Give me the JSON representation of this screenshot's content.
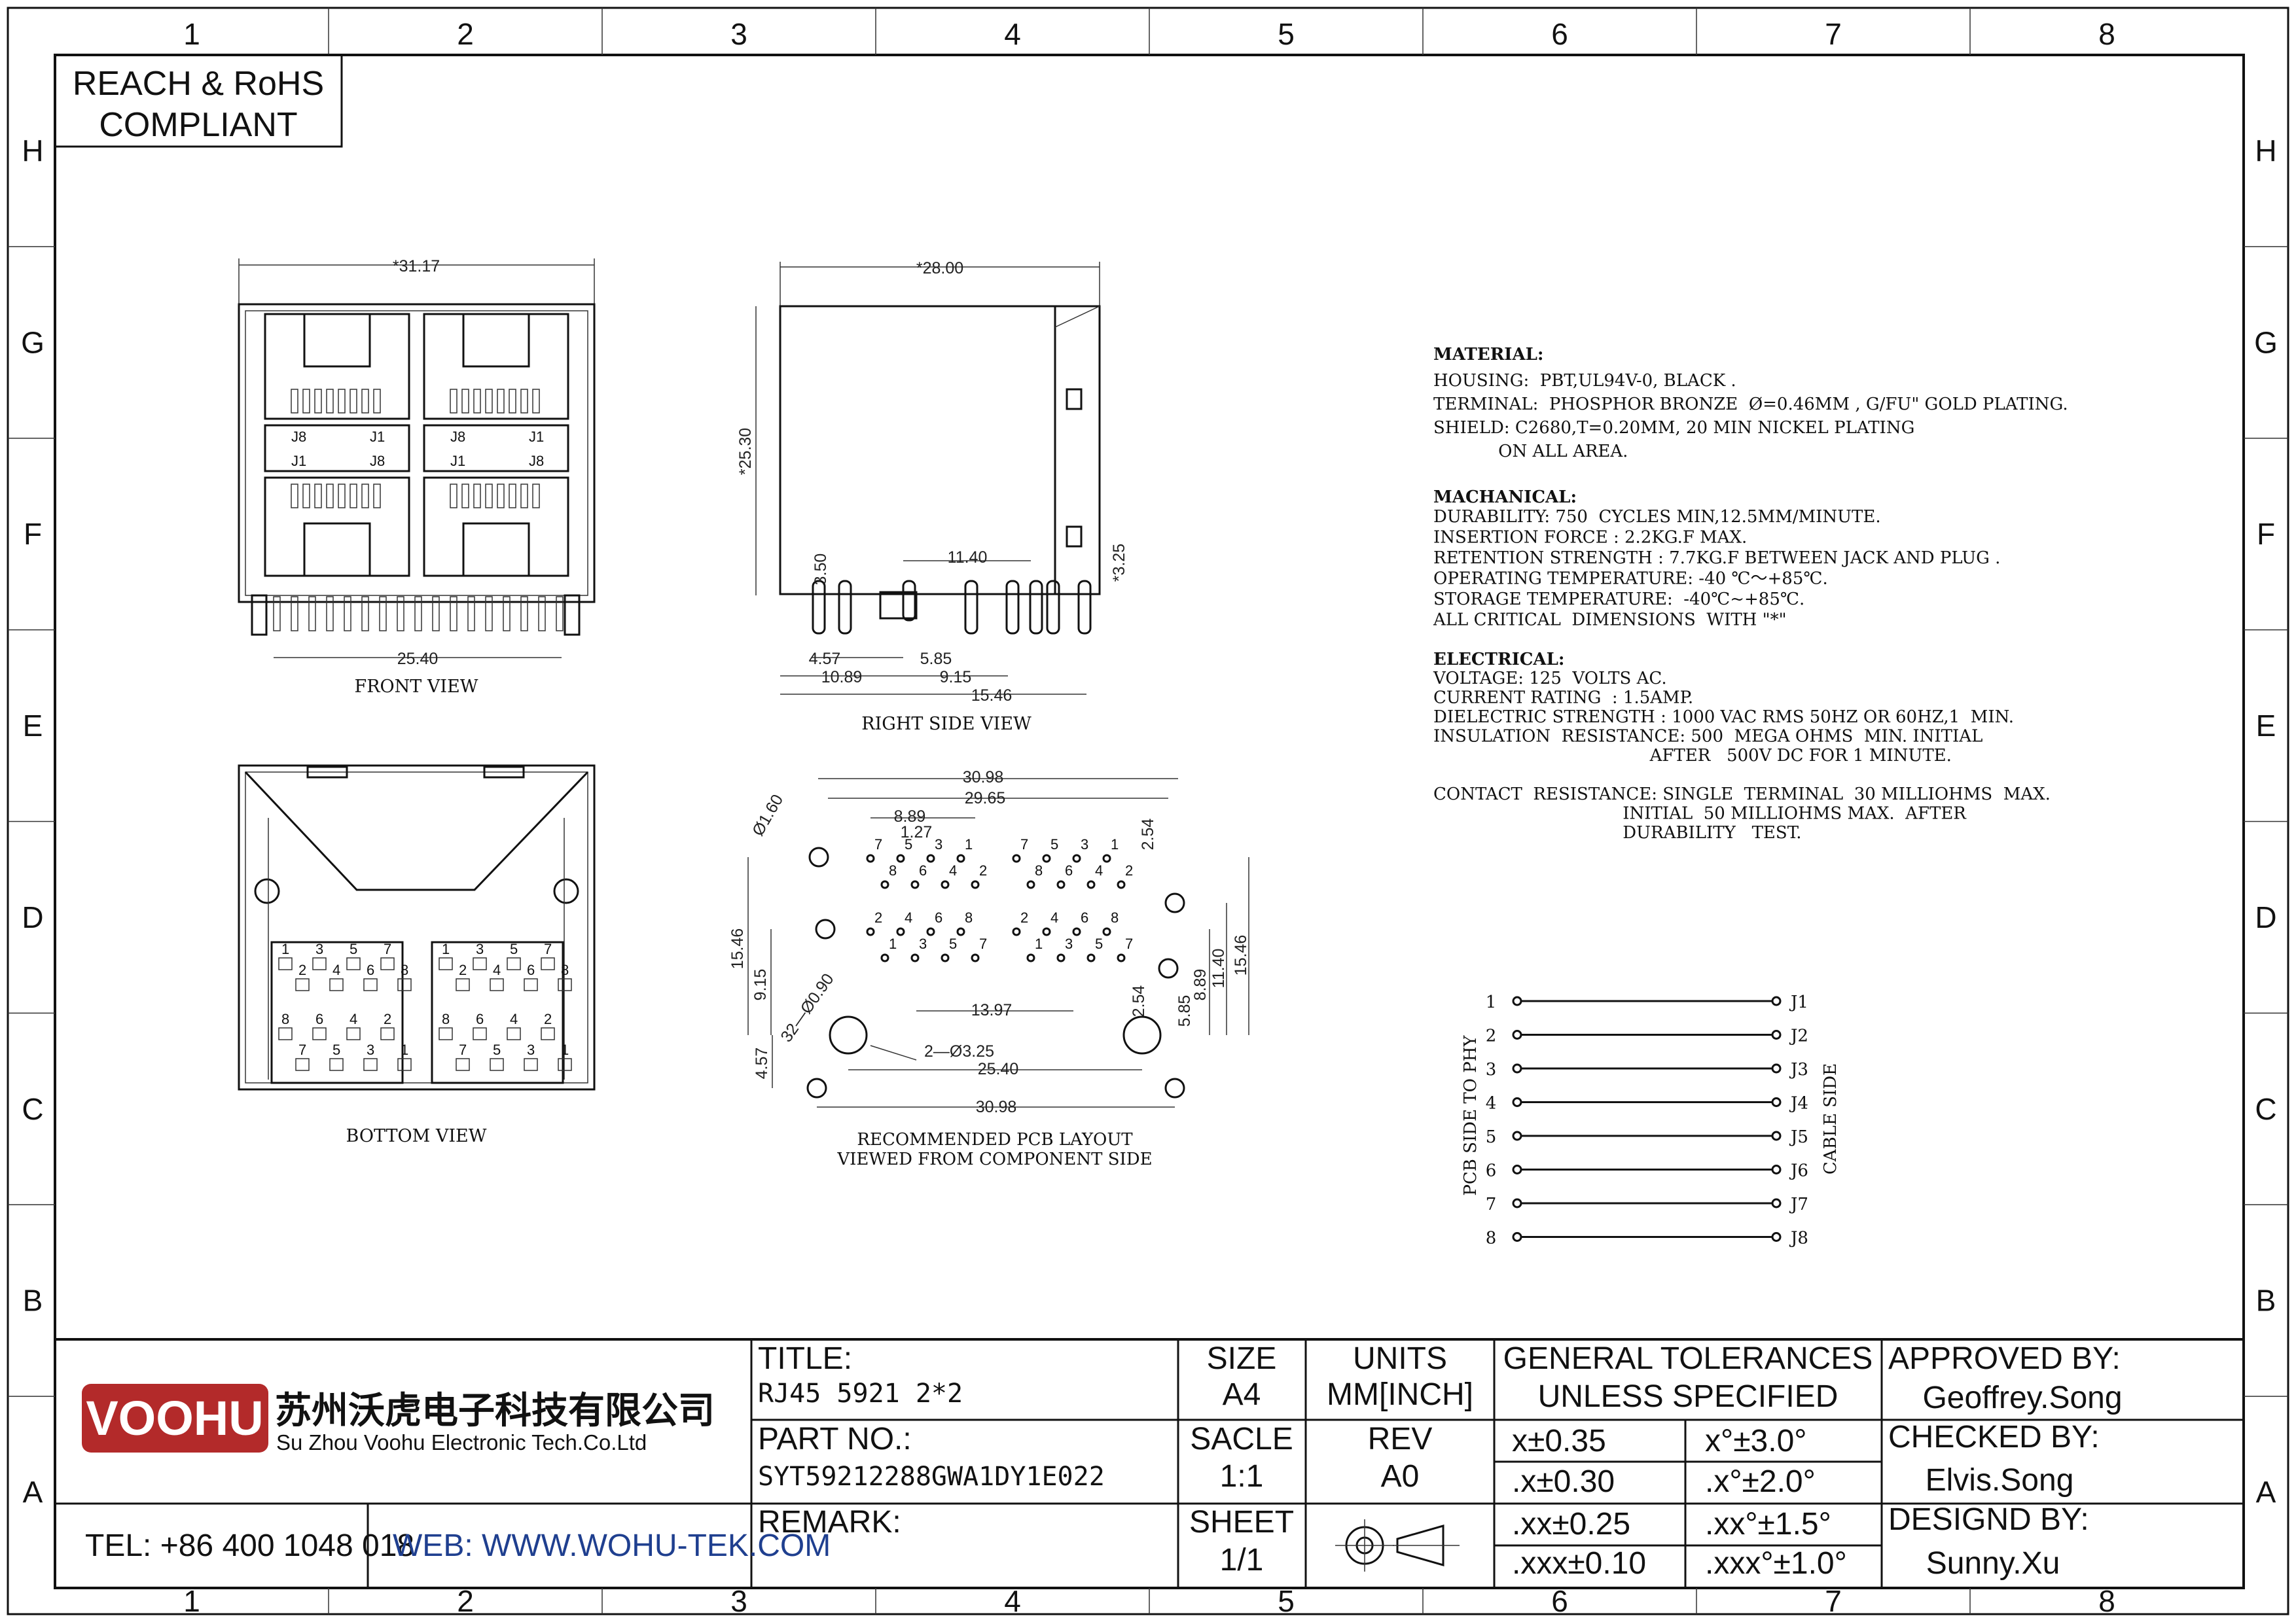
{
  "grid": {
    "columns": [
      "1",
      "2",
      "3",
      "4",
      "5",
      "6",
      "7",
      "8"
    ],
    "rows": [
      "H",
      "G",
      "F",
      "E",
      "D",
      "C",
      "B",
      "A"
    ]
  },
  "compliance": {
    "line1": "REACH & RoHS",
    "line2": "COMPLIANT"
  },
  "views": {
    "front": "FRONT VIEW",
    "right_side": "RIGHT SIDE VIEW",
    "bottom": "BOTTOM VIEW",
    "pcb_line1": "RECOMMENDED PCB LAYOUT",
    "pcb_line2": "VIEWED FROM COMPONENT SIDE"
  },
  "dimensions": {
    "front_width": "*31.17",
    "front_pin_span": "25.40",
    "side_width": "*28.00",
    "side_height": "*25.30",
    "side_pin_height": "3.50",
    "side_spacing": "11.40",
    "side_tail": "*3.25",
    "side_4_57": "4.57",
    "side_5_85": "5.85",
    "side_10_89": "10.89",
    "side_9_15": "9.15",
    "side_15_46": "15.46",
    "pcb_top_outer": "30.98",
    "pcb_top_inner": "29.65",
    "pcb_8_89": "8.89",
    "pcb_1_27": "1.27",
    "pcb_2_54_top": "2.54",
    "pcb_hole_small": "Ø1.60",
    "pcb_15_46_left": "15.46",
    "pcb_9_15": "9.15",
    "pcb_pins": "32—Ø0.90",
    "pcb_13_97": "13.97",
    "pcb_2_54_right": "2.54",
    "pcb_5_85": "5.85",
    "pcb_8_89_right": "8.89",
    "pcb_11_40": "11.40",
    "pcb_15_46_right": "15.46",
    "pcb_holes_large": "2—Ø3.25",
    "pcb_25_40": "25.40",
    "pcb_4_57": "4.57",
    "pcb_bottom": "30.98"
  },
  "pin_labels": {
    "top": [
      "7",
      "5",
      "3",
      "1"
    ],
    "upper": [
      "8",
      "6",
      "4",
      "2"
    ],
    "lower": [
      "2",
      "4",
      "6",
      "8"
    ],
    "bottom": [
      "1",
      "3",
      "5",
      "7"
    ],
    "bottom_view_row1": [
      "1",
      "3",
      "5",
      "7"
    ],
    "bottom_view_row2": [
      "2",
      "4",
      "6",
      "8"
    ],
    "bottom_view_row3": [
      "8",
      "6",
      "4",
      "2"
    ],
    "bottom_view_row4": [
      "7",
      "5",
      "3",
      "1"
    ],
    "jack_top": [
      "J8",
      "J1"
    ],
    "jack_bottom": [
      "J1",
      "J8"
    ]
  },
  "notes": {
    "material_title": "MATERIAL:",
    "material": [
      "HOUSING:  PBT,UL94V-0, BLACK .",
      "TERMINAL:  PHOSPHOR BRONZE  Ø=0.46MM , G/FU\" GOLD PLATING.",
      "SHIELD: C2680,T=0.20MM, 20 MIN NICKEL PLATING",
      "            ON ALL AREA."
    ],
    "mech_title": "MACHANICAL:",
    "mech": [
      "DURABILITY: 750  CYCLES MIN,12.5MM/MINUTE.",
      "INSERTION FORCE : 2.2KG.F MAX.",
      "RETENTION STRENGTH : 7.7KG.F BETWEEN JACK AND PLUG .",
      "OPERATING TEMPERATURE: -40 ℃～+85℃.",
      "STORAGE TEMPERATURE:  -40℃~+85℃.",
      "ALL CRITICAL  DIMENSIONS  WITH \"*\""
    ],
    "elec_title": "ELECTRICAL:",
    "elec": [
      "VOLTAGE: 125  VOLTS AC.",
      "CURRENT RATING  : 1.5AMP.",
      "DIELECTRIC STRENGTH : 1000 VAC RMS 50HZ OR 60HZ,1  MIN.",
      "INSULATION  RESISTANCE: 500  MEGA OHMS  MIN. INITIAL",
      "                                        AFTER   500V DC FOR 1 MINUTE.",
      "",
      "CONTACT  RESISTANCE: SINGLE  TERMINAL  30 MILLIOHMS  MAX.",
      "                                   INITIAL  50 MILLIOHMS MAX.  AFTER",
      "                                   DURABILITY   TEST."
    ]
  },
  "schematic": {
    "left_pins": [
      "1",
      "2",
      "3",
      "4",
      "5",
      "6",
      "7",
      "8"
    ],
    "right_pins": [
      "J1",
      "J2",
      "J3",
      "J4",
      "J5",
      "J6",
      "J7",
      "J8"
    ],
    "left_side_label": "PCB SIDE TO PHY",
    "right_side_label": "CABLE SIDE"
  },
  "title_block": {
    "logo": "VOOHU",
    "company_cn": "苏州沃虎电子科技有限公司",
    "company_en": "Su Zhou Voohu Electronic Tech.Co.Ltd",
    "tel": "TEL: +86 400 1048 018",
    "web": "WEB: WWW.WOHU-TEK.COM",
    "title_label": "TITLE:",
    "title_value": "RJ45  5921  2*2",
    "part_label": "PART NO.:",
    "part_value": "SYT59212288GWA1DY1E022",
    "remark_label": "REMARK:",
    "size_label": "SIZE",
    "size_value": "A4",
    "units_label": "UNITS",
    "units_value": "MM[INCH]",
    "scale_label": "SACLE",
    "scale_value": "1:1",
    "rev_label": "REV",
    "rev_value": "A0",
    "sheet_label": "SHEET",
    "sheet_value": "1/1",
    "tol_title1": "GENERAL TOLERANCES",
    "tol_title2": "UNLESS SPECIFIED",
    "tol_linear": [
      "x±0.35",
      ".x±0.30",
      ".xx±0.25",
      ".xxx±0.10"
    ],
    "tol_angular": [
      "x°±3.0°",
      ".x°±2.0°",
      ".xx°±1.5°",
      ".xxx°±1.0°"
    ],
    "approved_label": "APPROVED BY:",
    "approved_value": "Geoffrey.Song",
    "checked_label": "CHECKED BY:",
    "checked_value": "Elvis.Song",
    "designed_label": "DESIGND BY:",
    "designed_value": "Sunny.Xu"
  },
  "colors": {
    "logo_red": "#b32a2a",
    "web_blue": "#1f3f8f",
    "line": "#111111"
  }
}
